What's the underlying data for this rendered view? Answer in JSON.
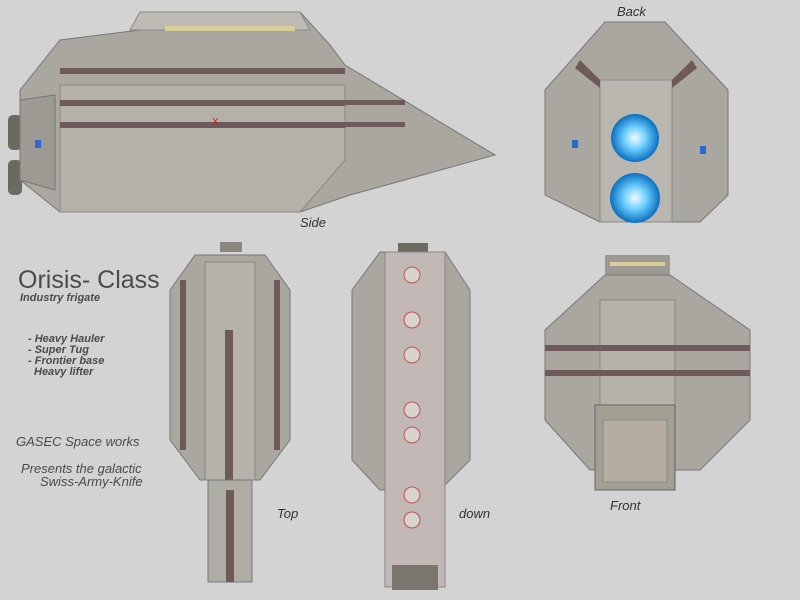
{
  "title": "Orisis- Class",
  "subtitle": "Industry frigate",
  "roles": [
    "- Heavy Hauler",
    "- Super Tug",
    "- Frontier base",
    "Heavy lifter"
  ],
  "company": "GASEC Space works",
  "tagline": [
    "Presents the galactic",
    "Swiss-Army-Knife"
  ],
  "views": {
    "side": "Side",
    "back": "Back",
    "top": "Top",
    "down": "down",
    "front": "Front"
  },
  "colors": {
    "background": "#d3d3d3",
    "hull": "#a8a6a0",
    "stripe": "#6e5a5a",
    "engine": "#2aa6e6"
  }
}
